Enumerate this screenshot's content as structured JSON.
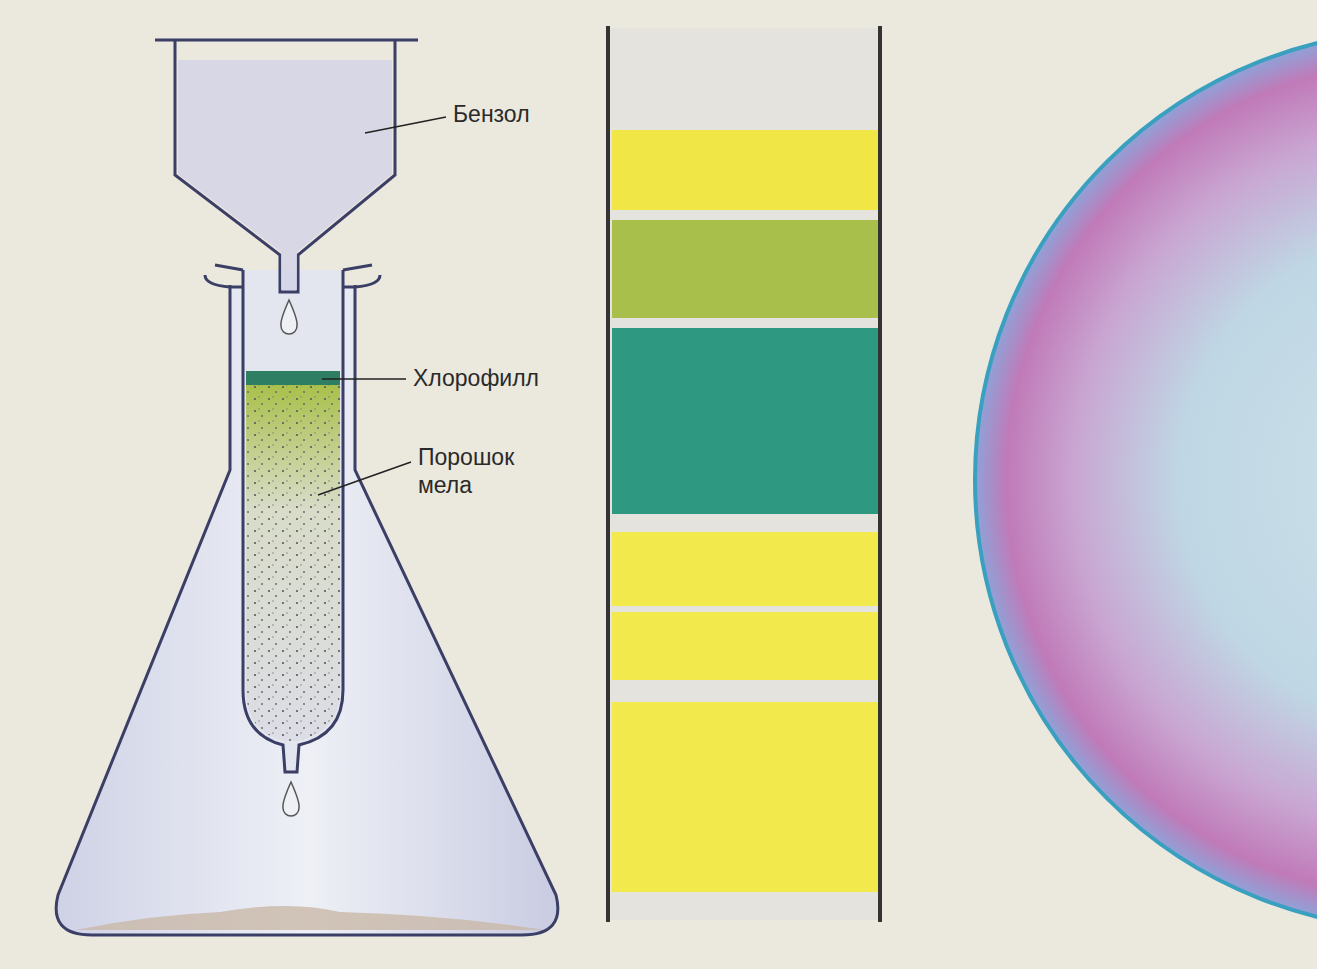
{
  "diagram": {
    "labels": [
      "Бензол",
      "Хлорофилл",
      "Порошок мела"
    ]
  }
}
